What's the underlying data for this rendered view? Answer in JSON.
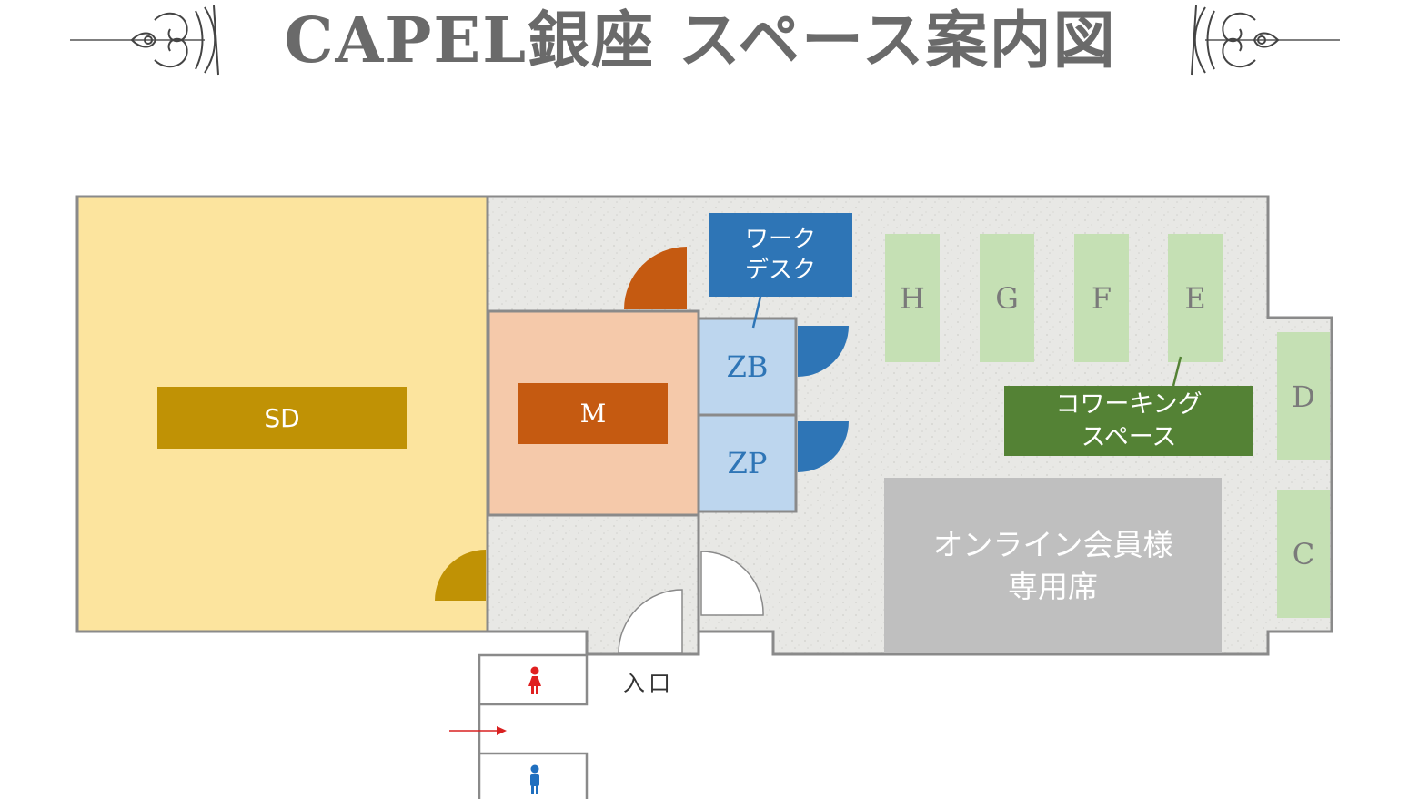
{
  "title": "CAPEL銀座 スペース案内図",
  "rooms": {
    "sd": "SD",
    "m": "M",
    "zb": "ZB",
    "zp": "ZP",
    "work_desk": "ワーク\nデスク",
    "coworking": "コワーキング\nスペース",
    "online_seats": "オンライン会員様\n専用席",
    "desk_h": "H",
    "desk_g": "G",
    "desk_f": "F",
    "desk_e": "E",
    "desk_d": "D",
    "desk_c": "C"
  },
  "entrance": "入口",
  "icons": [
    "ornament-left-icon",
    "ornament-right-icon",
    "female-restroom-icon",
    "male-restroom-icon",
    "entry-arrow-icon"
  ],
  "colors": {
    "title_text": "#6a6a6a",
    "floor": "#e6e6e3",
    "sd_room": "#fce49e",
    "sd_table": "#c09205",
    "m_room": "#f5c9aa",
    "m_table": "#c55a11",
    "zoom_booth": "#bdd6ee",
    "blue_label": "#2e75b6",
    "desk_green": "#c5e0b4",
    "green_label": "#548235",
    "online_area": "#bfbfbf",
    "wall": "#8a8a8a",
    "female": "#e02020",
    "male": "#1f6fbf"
  }
}
